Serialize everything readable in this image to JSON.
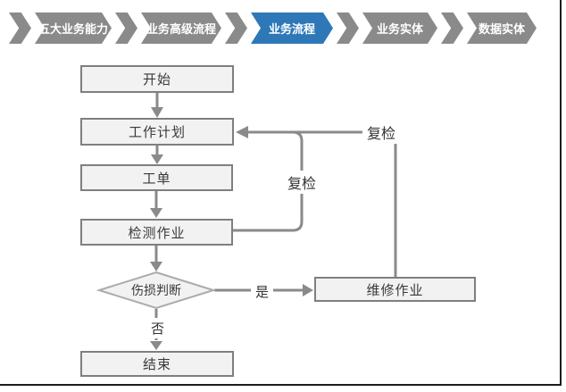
{
  "nav": {
    "inactive_color": "#8A8A8A",
    "active_color": "#2E78B8",
    "text_color": "#FFFFFF",
    "items": [
      {
        "label": "五大业务能力",
        "active": false
      },
      {
        "label": "业务高级流程",
        "active": false
      },
      {
        "label": "业务流程",
        "active": true
      },
      {
        "label": "业务实体",
        "active": false
      },
      {
        "label": "数据实体",
        "active": false
      }
    ]
  },
  "flowchart": {
    "colors": {
      "node_fill": "#F2F2F2",
      "node_border": "#7F7F7F",
      "diamond_border": "#ABABAB",
      "connector": "#8A8A8A",
      "text": "#3A3A3A"
    },
    "nodes": [
      {
        "id": "start",
        "label": "开始",
        "shape": "rect"
      },
      {
        "id": "work-plan",
        "label": "工作计划",
        "shape": "rect"
      },
      {
        "id": "work-order",
        "label": "工单",
        "shape": "rect"
      },
      {
        "id": "inspection",
        "label": "检测作业",
        "shape": "rect"
      },
      {
        "id": "damage-judgement",
        "label": "伤损判断",
        "shape": "diamond"
      },
      {
        "id": "repair",
        "label": "维修作业",
        "shape": "rect"
      },
      {
        "id": "end",
        "label": "结束",
        "shape": "rect"
      }
    ],
    "labels": {
      "yes": "是",
      "no": "否",
      "recheck_from_repair": "复检",
      "recheck_from_inspection": "复检"
    }
  }
}
